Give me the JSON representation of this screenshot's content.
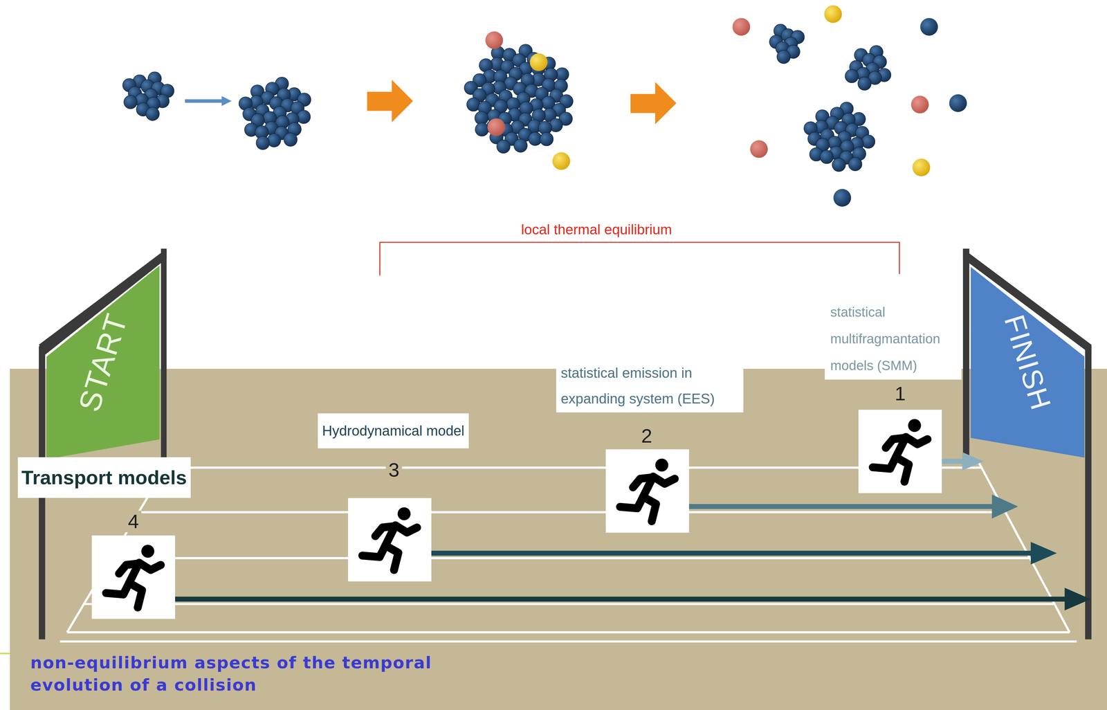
{
  "diagram": {
    "nodes": [
      {
        "text": [
          "START"
        ]
      },
      {
        "text": [
          "statistical multifragmantation models (SMM)"
        ]
      },
      {
        "text": [
          "FINISH"
        ]
      },
      {
        "text": [
          "statistical emission in expanding system (EES)"
        ]
      },
      {
        "text": [
          "Hydrodynamical model"
        ]
      },
      {
        "text": [
          "Transport models"
        ]
      }
    ],
    "labels": [
      "local thermal equilibrium",
      "1",
      "2",
      "3",
      "4",
      "non-equilibrium aspects of the temporal evolution of a collision"
    ]
  }
}
